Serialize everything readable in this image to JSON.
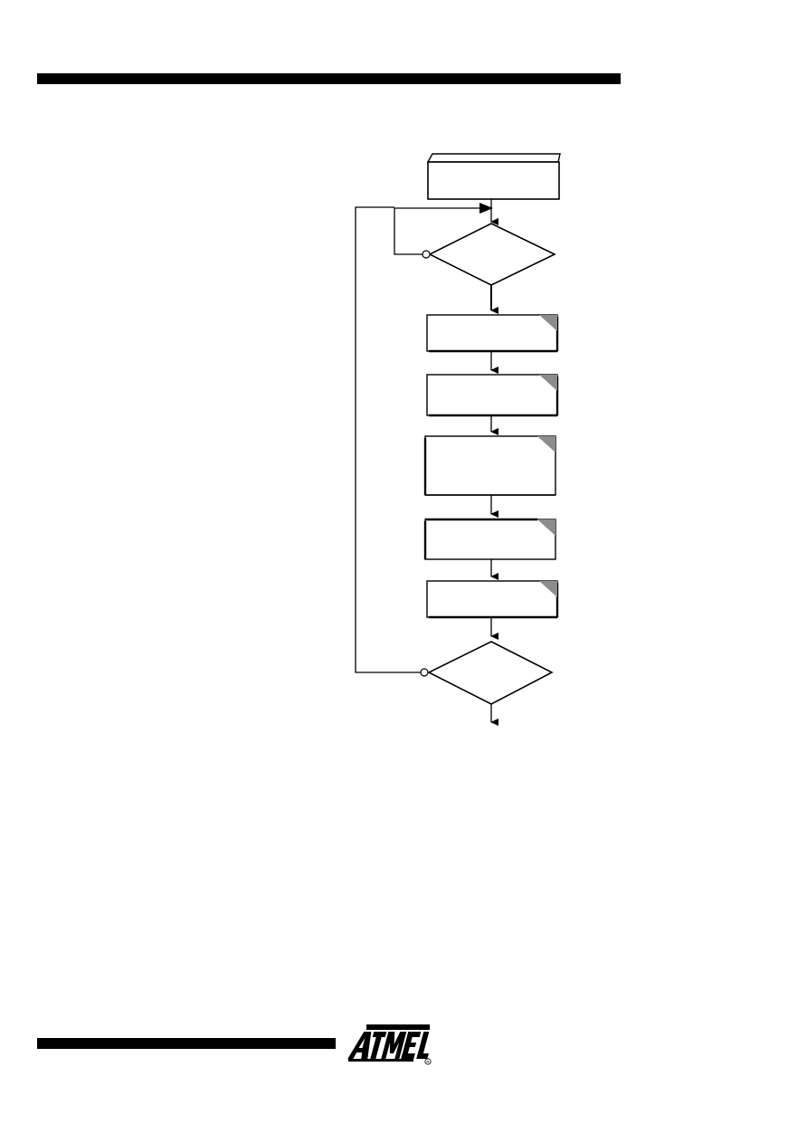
{
  "page": {
    "logo_text": "ATMEL"
  },
  "flowchart": {
    "nodes": [
      {
        "id": "start-box",
        "shape": "3d-box",
        "text": ""
      },
      {
        "id": "decision-1",
        "shape": "diamond",
        "text": ""
      },
      {
        "id": "step-1",
        "shape": "folded-box",
        "text": ""
      },
      {
        "id": "step-2",
        "shape": "folded-box",
        "text": ""
      },
      {
        "id": "step-3",
        "shape": "folded-box",
        "text": ""
      },
      {
        "id": "step-4",
        "shape": "folded-box",
        "text": ""
      },
      {
        "id": "step-5",
        "shape": "folded-box",
        "text": ""
      },
      {
        "id": "decision-2",
        "shape": "diamond",
        "text": ""
      }
    ],
    "colors": {
      "stroke": "#000000",
      "fold": "#8c8c8c",
      "rule": "#000000"
    }
  }
}
